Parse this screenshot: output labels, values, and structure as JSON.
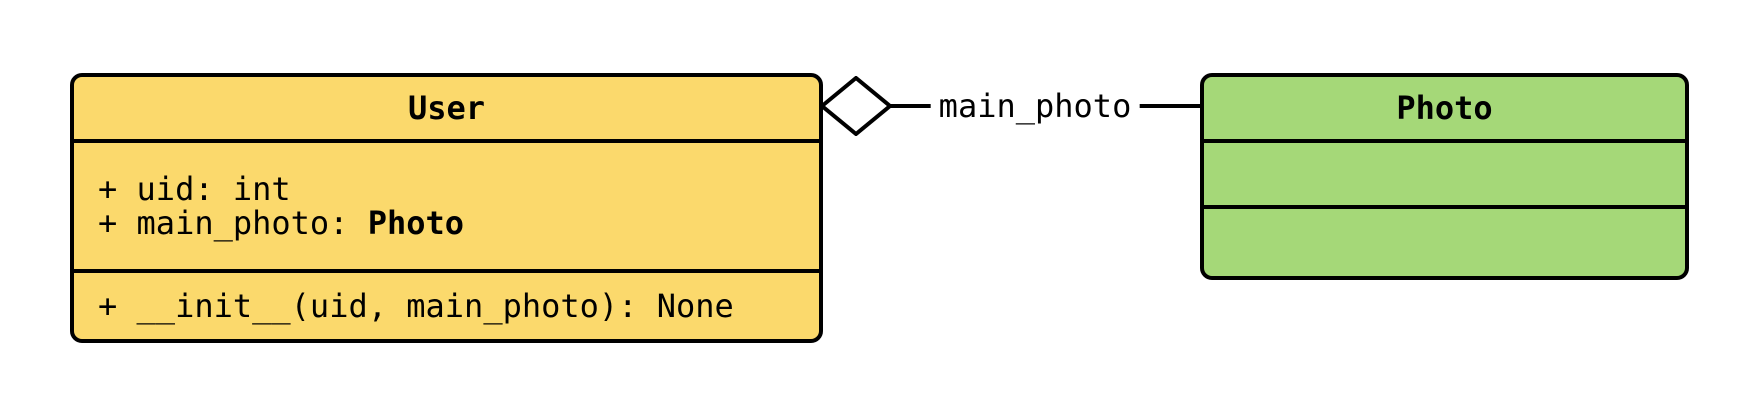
{
  "colors": {
    "background": "#ffffff",
    "stroke": "#000000",
    "user_fill": "#fbd96c",
    "photo_fill": "#a5d878",
    "text": "#000000"
  },
  "user_class": {
    "name": "User",
    "attributes": [
      {
        "text": "+ uid: int",
        "bold": ""
      },
      {
        "text": "+ main_photo: ",
        "bold": "Photo"
      }
    ],
    "methods": [
      {
        "text": "+ __init__(uid, main_photo): None",
        "bold": ""
      }
    ]
  },
  "photo_class": {
    "name": "Photo",
    "attributes": [],
    "methods": []
  },
  "relationship": {
    "type": "aggregation",
    "diamond_side": "User",
    "label": "main_photo",
    "from": "User",
    "to": "Photo"
  }
}
